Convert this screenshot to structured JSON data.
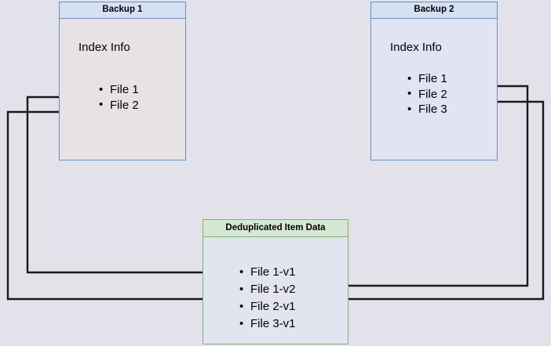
{
  "diagram": {
    "title_hidden": "Backup deduplication index mapping",
    "background_color": "#e3e1e9",
    "boxes": [
      {
        "id": "backup1",
        "name": "backup-1-box",
        "header": "Backup 1",
        "body_label": "Index Info",
        "header_color": "#d4e1f5",
        "body_color": "#e6e2e6",
        "border_color": "#6c8ebf",
        "files": [
          "File 1",
          "File 2"
        ]
      },
      {
        "id": "backup2",
        "name": "backup-2-box",
        "header": "Backup 2",
        "body_label": "Index Info",
        "header_color": "#d4e1f5",
        "body_color": "#e1e4f2",
        "border_color": "#6c8ebf",
        "files": [
          "File 1",
          "File 2",
          "File 3"
        ]
      },
      {
        "id": "dedup",
        "name": "deduplicated-item-data-box",
        "header": "Deduplicated Item Data",
        "header_color": "#d5e8d4",
        "body_color": "#e2e4f0",
        "border_color": "#82b366",
        "files": [
          "File 1-v1",
          "File 1-v2",
          "File 2-v1",
          "File 3-v1"
        ]
      }
    ],
    "connectors": [
      {
        "name": "backup1-file1-to-file1v1",
        "from": "Backup 1 / File 1",
        "to": "Deduplicated Item Data / File 1-v1",
        "color": "#1a1a1a"
      },
      {
        "name": "backup1-file2-to-file2v1",
        "from": "Backup 1 / File 2",
        "to": "Deduplicated Item Data / File 2-v1",
        "color": "#1a1a1a"
      },
      {
        "name": "backup2-file1-to-file1v2",
        "from": "Backup 2 / File 1",
        "to": "Deduplicated Item Data / File 1-v2",
        "color": "#1a1a1a"
      },
      {
        "name": "backup2-file2-to-file2v1",
        "from": "Backup 2 / File 2",
        "to": "Deduplicated Item Data / File 2-v1",
        "color": "#1a1a1a"
      }
    ]
  }
}
